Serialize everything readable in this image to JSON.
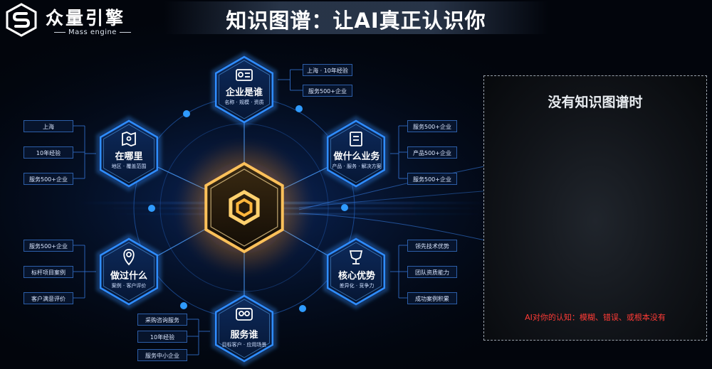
{
  "brand": {
    "name": "众量引擎",
    "sub": "Mass engine"
  },
  "title": "知识图谱：让AI真正认识你",
  "nodes": {
    "top": {
      "title": "企业是谁",
      "sub": "名称 · 规模 · 资质",
      "tags": [
        "上海 · 10年经验",
        "服务500+企业"
      ]
    },
    "upper_right": {
      "title": "做什么业务",
      "sub": "产品 · 服务 · 解决方案",
      "tags": [
        "服务500+企业",
        "产品500+企业",
        "服务500+企业"
      ]
    },
    "lower_right": {
      "title": "核心优势",
      "sub": "差异化 · 竞争力",
      "tags": [
        "领先技术优势",
        "团队资质能力",
        "成功案例积累"
      ]
    },
    "bottom": {
      "title": "服务谁",
      "sub": "目标客户 · 应用场景",
      "tags": [
        "采购咨询服务",
        "10年经验",
        "服务中小企业"
      ]
    },
    "lower_left": {
      "title": "做过什么",
      "sub": "案例 · 客户评价",
      "tags": [
        "服务500+企业",
        "标杆项目案例",
        "客户满意评价"
      ]
    },
    "upper_left": {
      "title": "在哪里",
      "sub": "地区 · 覆盖范围",
      "tags": [
        "上海",
        "10年经验",
        "服务500+企业"
      ]
    }
  },
  "side_panel": {
    "title": "没有知识图谱时",
    "note": "AI对你的认知：模糊、错误、或根本没有"
  },
  "colors": {
    "background": "#02050c",
    "hex_border": "#2f8dff",
    "center_glow": "#ffb84a",
    "tag_border": "#2c5ea8",
    "panel_note": "#ff3b36"
  },
  "icons": {
    "top": "id-card-icon",
    "upper_right": "document-icon",
    "lower_right": "trophy-icon",
    "bottom": "people-icon",
    "lower_left": "location-pin-icon",
    "upper_left": "map-icon",
    "center": "cube-icon"
  }
}
